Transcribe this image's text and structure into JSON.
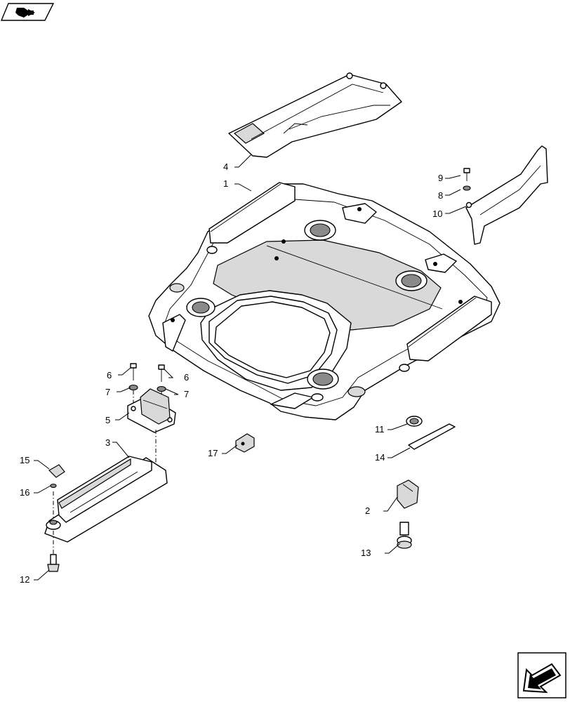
{
  "nav": {
    "prev_icon": "arrow-back-icon",
    "next_icon": "arrow-forward-icon"
  },
  "callouts": [
    {
      "id": "c1",
      "label": "1"
    },
    {
      "id": "c2",
      "label": "2"
    },
    {
      "id": "c3",
      "label": "3"
    },
    {
      "id": "c4",
      "label": "4"
    },
    {
      "id": "c5",
      "label": "5"
    },
    {
      "id": "c6a",
      "label": "6"
    },
    {
      "id": "c6b",
      "label": "6"
    },
    {
      "id": "c7a",
      "label": "7"
    },
    {
      "id": "c7b",
      "label": "7"
    },
    {
      "id": "c8",
      "label": "8"
    },
    {
      "id": "c9",
      "label": "9"
    },
    {
      "id": "c10",
      "label": "10"
    },
    {
      "id": "c11",
      "label": "11"
    },
    {
      "id": "c12",
      "label": "12"
    },
    {
      "id": "c13",
      "label": "13"
    },
    {
      "id": "c14",
      "label": "14"
    },
    {
      "id": "c15",
      "label": "15"
    },
    {
      "id": "c16",
      "label": "16"
    },
    {
      "id": "c17",
      "label": "17"
    }
  ]
}
